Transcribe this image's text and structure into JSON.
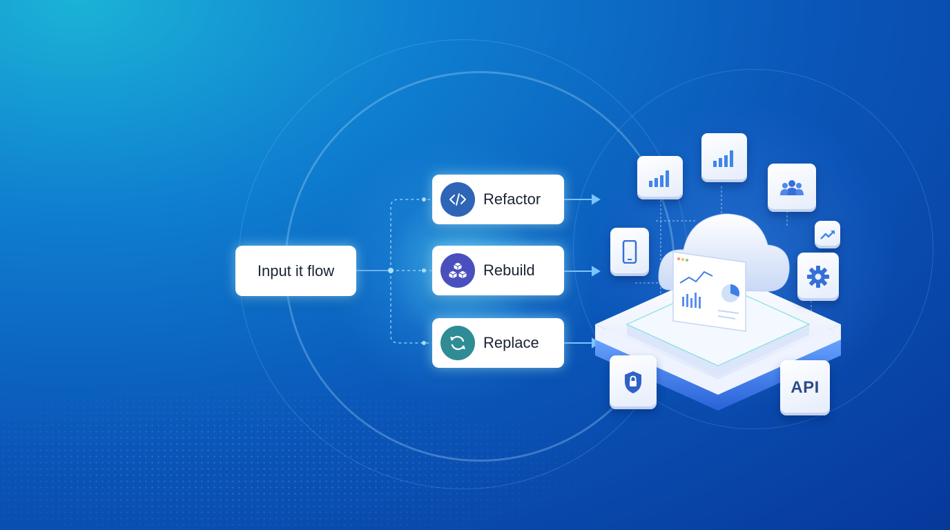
{
  "flow": {
    "input": {
      "label": "Input it flow"
    },
    "steps": [
      {
        "label": "Refactor",
        "icon": "code-icon",
        "color": "#2e65b6"
      },
      {
        "label": "Rebuild",
        "icon": "cubes-icon",
        "color": "#4950bd"
      },
      {
        "label": "Replace",
        "icon": "refresh-icon",
        "color": "#2f8c95"
      }
    ]
  },
  "platform": {
    "icons": [
      "bar-chart-icon",
      "bar-chart-icon",
      "users-icon",
      "trend-icon",
      "mobile-icon",
      "gear-icon",
      "lock-icon",
      "cloud-icon",
      "dashboard-icon"
    ],
    "api_label": "API"
  },
  "colors": {
    "background_top": "#1bb3d6",
    "background_bottom": "#07389a",
    "accent_glow": "#8ce0ff",
    "tile_text": "#2d4a8a"
  }
}
